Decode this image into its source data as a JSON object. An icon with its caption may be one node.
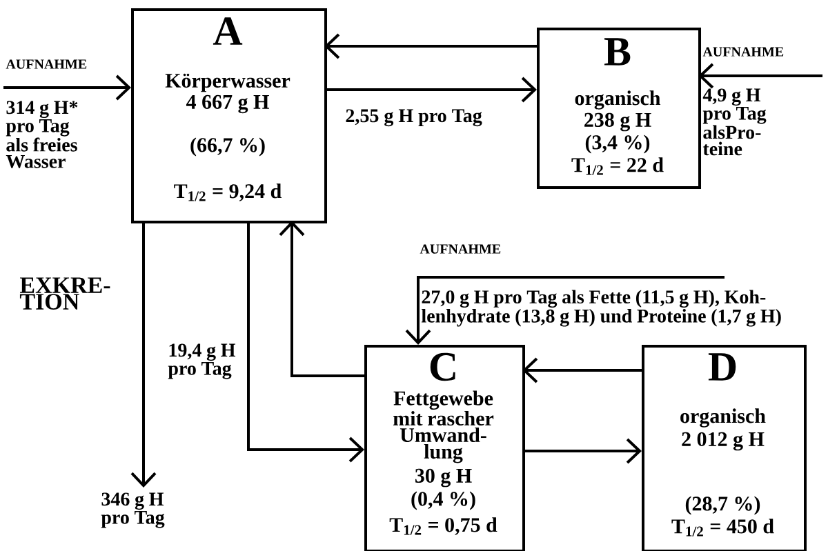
{
  "diagram": {
    "nodes": [
      {
        "text": [
          "A",
          "Körperwasser",
          "4 667 g H",
          "(66,7 %)",
          "T$_{1/2}$ = 9,24 d"
        ]
      },
      {
        "text": [
          "B",
          "organisch",
          "238 g H",
          "(3,4 %)",
          "T$_{1/2}$ = 22 d"
        ]
      },
      {
        "text": [
          "C",
          "Fettgewebe mit rascher Umwand-lung",
          "30 g H",
          "(0,4 %)",
          "T$_{1/2}$ = 0,75 d"
        ]
      },
      {
        "text": [
          "D",
          "organisch",
          "2 012 g H",
          "(28,7 %)",
          "T$_{1/2}$ = 450 d"
        ]
      }
    ],
    "edges": [
      {
        "from": null,
        "to": 0,
        "arrow": "to",
        "label": "314 g H* pro Tag als freies Wasser"
      },
      {
        "from": 1,
        "to": 0,
        "arrow": "to"
      },
      {
        "from": 0,
        "to": 1,
        "arrow": "to",
        "label": "2,55 g H pro Tag"
      },
      {
        "from": null,
        "to": 1,
        "arrow": "to",
        "label": "4,9 g H pro Tag alsPro-teine"
      },
      {
        "from": 0,
        "to": null,
        "arrow": "to",
        "label": "346 g H pro Tag"
      },
      {
        "from": 0,
        "to": 2,
        "arrow": "to",
        "label": "19,4 g H pro Tag"
      },
      {
        "from": 2,
        "to": 0,
        "arrow": "to"
      },
      {
        "from": null,
        "to": 2,
        "arrow": "to",
        "label": "27,0 g H pro Tag als Fette (11,5 g H), Koh-lenhydrate (13,8 g H) und Proteine (1,7 g H)"
      },
      {
        "from": 3,
        "to": 2,
        "arrow": "to"
      },
      {
        "from": 2,
        "to": 3,
        "arrow": "to"
      }
    ],
    "labels": [
      "AUFNAHME",
      "AUFNAHME",
      "AUFNAHME",
      "EXKRE-TION"
    ]
  }
}
